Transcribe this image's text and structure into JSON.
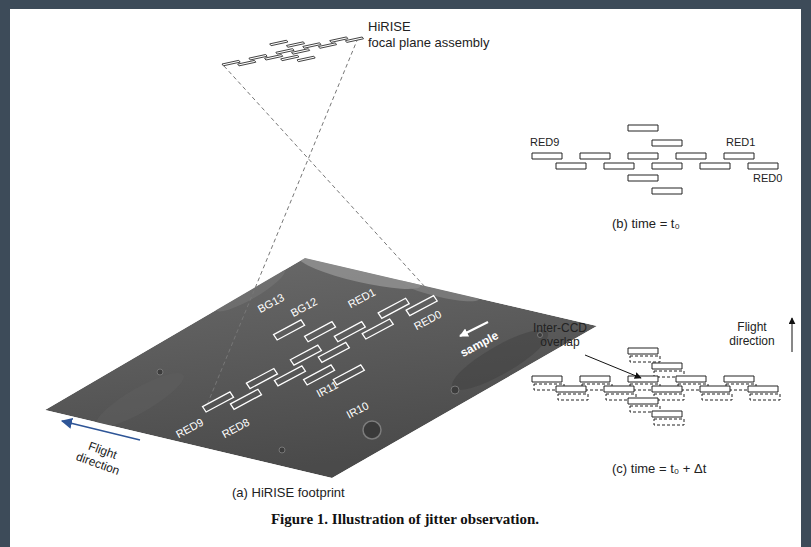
{
  "diagram": {
    "caption": "Figure 1. Illustration of jitter observation.",
    "labels": [
      "HiRISE",
      "focal plane assembly",
      "RED1",
      "RED0",
      "sample",
      "BG13",
      "BG12",
      "IR11",
      "IR10",
      "RED9",
      "RED8",
      "Flight direction",
      "(a) HiRISE footprint",
      "RED9",
      "RED1",
      "RED0",
      "(b) time = t₀",
      "Inter-CCD overlap",
      "Flight direction",
      "(c) time = t₀ + Δt"
    ]
  }
}
